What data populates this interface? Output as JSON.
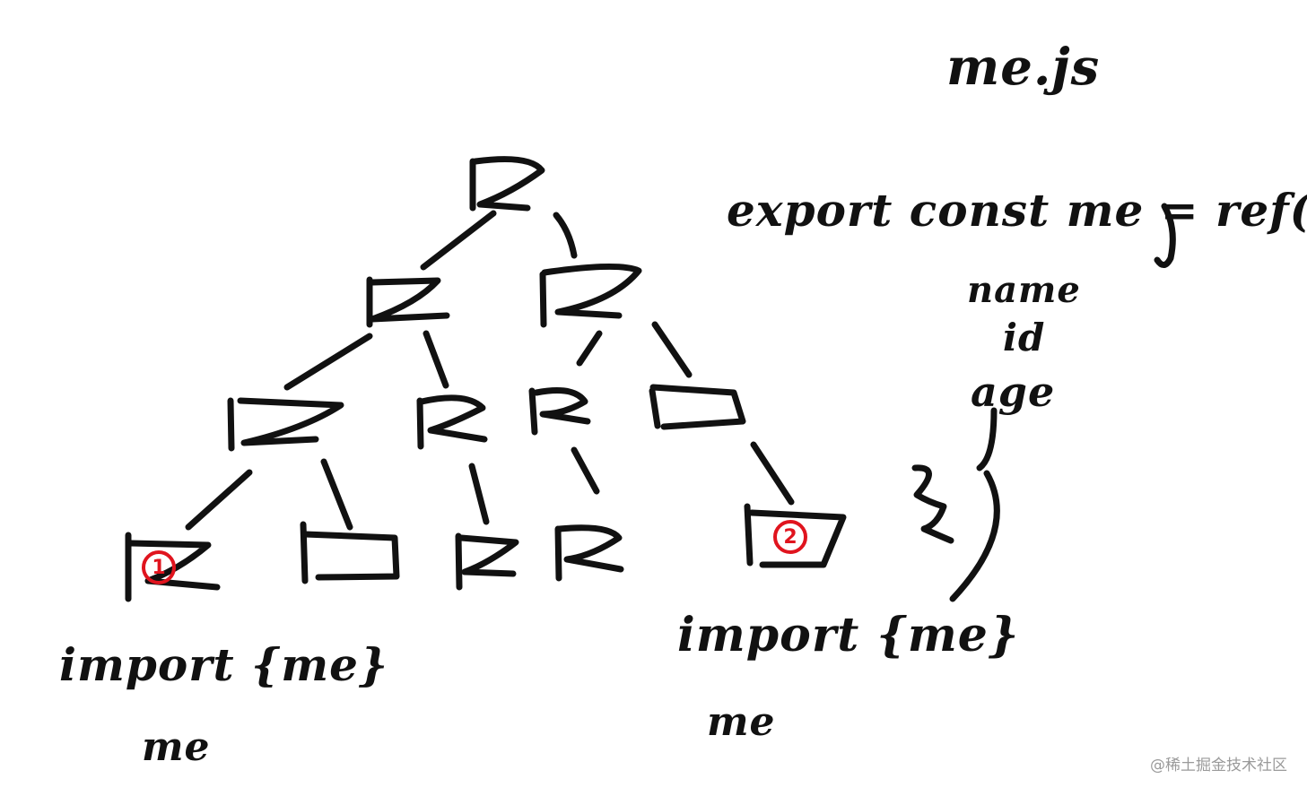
{
  "title": "me.js",
  "code": {
    "line1": "export const me = ref({",
    "fields": [
      "name",
      "id",
      "age"
    ],
    "closing": "}"
  },
  "imports": [
    {
      "badge": "1",
      "statement": "import {me}",
      "usage": "me"
    },
    {
      "badge": "2",
      "statement": "import {me}",
      "usage": "me"
    }
  ],
  "watermark": "@稀土掘金技术社区",
  "colors": {
    "ink": "#111111",
    "highlight": "#e0141e",
    "watermark": "#9a9a9a"
  }
}
